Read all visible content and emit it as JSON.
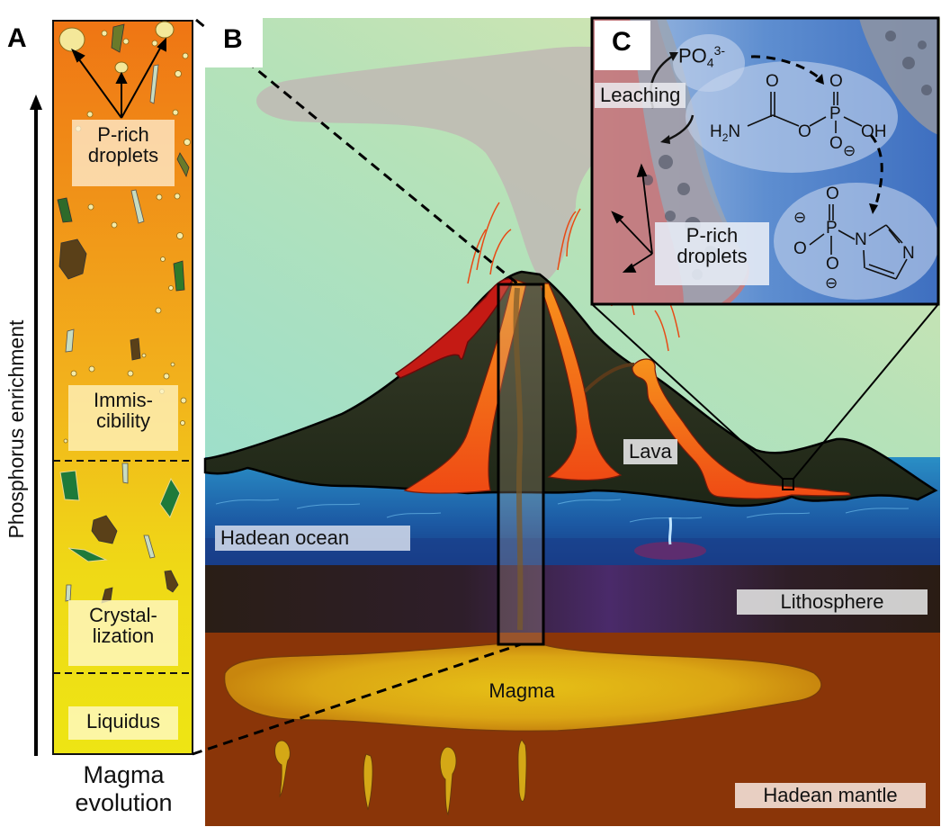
{
  "panels": {
    "a": {
      "letter": "A",
      "axis_label": "Phosphorus enrichment",
      "bottom_label_line1": "Magma",
      "bottom_label_line2": "evolution",
      "stages": [
        {
          "line1": "P-rich",
          "line2": "droplets"
        },
        {
          "line1": "Immis-",
          "line2": "cibility"
        },
        {
          "line1": "Crystal-",
          "line2": "lization"
        },
        {
          "line1": "Liquidus",
          "line2": ""
        }
      ]
    },
    "b": {
      "letter": "B",
      "labels": {
        "lava": "Lava",
        "ocean": "Hadean ocean",
        "lithosphere": "Lithosphere",
        "magma": "Magma",
        "mantle": "Hadean mantle"
      }
    },
    "c": {
      "letter": "C",
      "phosphate": "PO",
      "phosphate_sub": "4",
      "phosphate_sup": "3-",
      "leaching": "Leaching",
      "droplets_line1": "P-rich",
      "droplets_line2": "droplets",
      "molecule1_atoms": {
        "o_top_left": "O",
        "o_top_right": "O",
        "nh2": "H",
        "nh2_sub": "2",
        "nh2_n": "N",
        "o_bridge": "O",
        "p": "P",
        "oh": "OH",
        "o_minus": "O",
        "minus": "⊖"
      },
      "molecule2_atoms": {
        "o_top": "O",
        "p": "P",
        "n1": "N",
        "n2": "N",
        "o_left": "O",
        "o_bottom": "O",
        "minus": "⊖"
      }
    }
  },
  "colors": {
    "panel_a_top": "#ef7a14",
    "panel_a_bottom": "#efe414",
    "sky": "#a6e2c8",
    "ocean": "#1f6fb0",
    "lithosphere": "#2a1e16",
    "mantle": "#8a3a0c",
    "magma": "#e0b016",
    "lava": "#f05a14",
    "inset_bg": "#4a78c4"
  }
}
